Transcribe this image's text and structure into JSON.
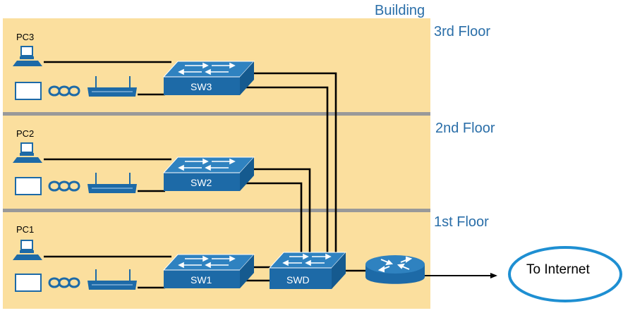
{
  "building": {
    "label": "Building"
  },
  "floors": [
    {
      "label": "3rd Floor",
      "pc": "PC3",
      "switch": "SW3"
    },
    {
      "label": "2nd Floor",
      "pc": "PC2",
      "switch": "SW2"
    },
    {
      "label": "1st Floor",
      "pc": "PC1",
      "switch": "SW1"
    }
  ],
  "distribution_switch": {
    "label": "SWD"
  },
  "internet": {
    "label": "To Internet"
  },
  "colors": {
    "building_fill": "#fbdf9e",
    "floor_divider": "#999999",
    "device_blue": "#1d6aa7",
    "label_blue": "#2a6ea8",
    "cloud_outline": "#1e8fd2"
  }
}
